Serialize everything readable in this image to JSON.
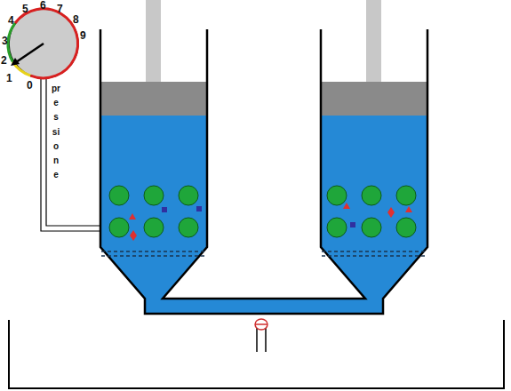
{
  "diagram": {
    "labels": [
      "0",
      "1",
      "2",
      "3",
      "4",
      "5",
      "6",
      "7",
      "8",
      "9",
      "pressione"
    ]
  }
}
